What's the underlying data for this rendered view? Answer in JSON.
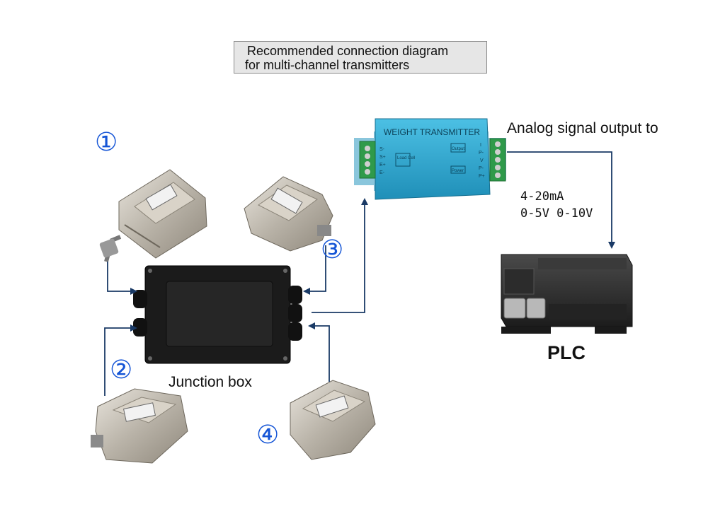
{
  "title": {
    "line1": "Recommended connection diagram",
    "line2": "for multi-channel transmitters"
  },
  "labels": {
    "analog_output": "Analog signal output to",
    "signal_line1": "4-20mA",
    "signal_line2": "0-5V 0-10V",
    "junction_box": "Junction box",
    "plc": "PLC"
  },
  "sensor_numbers": [
    "①",
    "②",
    "③",
    "④"
  ],
  "transmitter": {
    "name": "WEIGHT TRANSMITTER",
    "left_pins": [
      "S-",
      "S+",
      "E+",
      "E-"
    ],
    "load_cell_label": "Load Cell",
    "right_pins": [
      "I",
      "P-",
      "V",
      "P-",
      "P+"
    ],
    "output_label": "Output",
    "power_label": "Power"
  },
  "colors": {
    "arrow": "#1a3a66",
    "number": "#1555d6",
    "transmitter": "#2aa2c8"
  }
}
